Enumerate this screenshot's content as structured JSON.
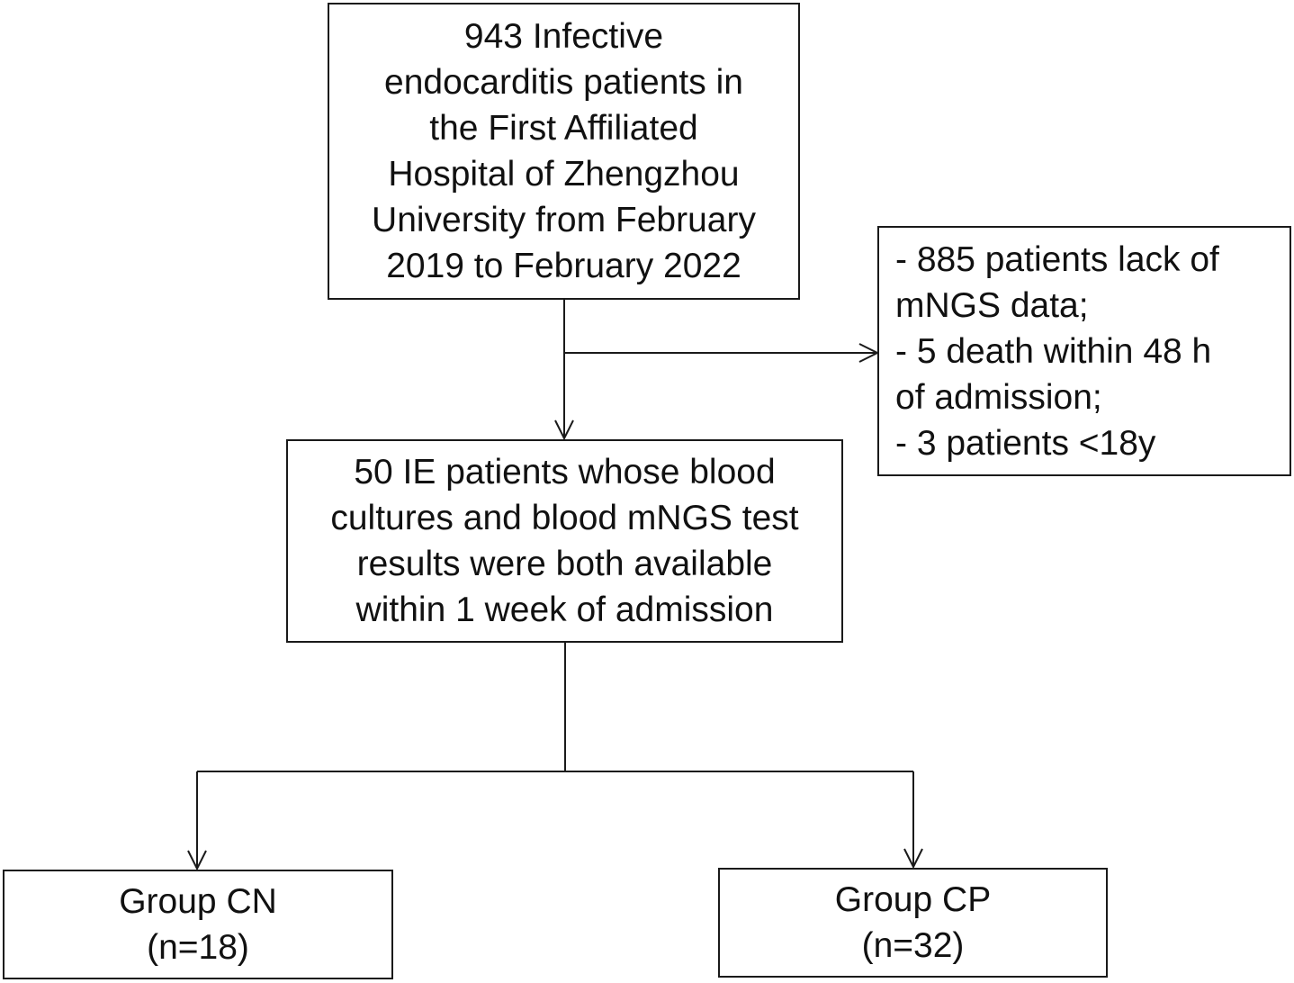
{
  "nodes": {
    "source": {
      "lines": [
        "943 Infective",
        "endocarditis patients in",
        "the First Affiliated",
        "Hospital of Zhengzhou",
        "University from February",
        "2019 to February 2022"
      ]
    },
    "exclusion": {
      "lines": [
        "- 885 patients lack of",
        "mNGS data;",
        "- 5 death within 48 h",
        "of admission;",
        "- 3 patients <18y"
      ]
    },
    "included": {
      "lines": [
        "50 IE patients whose blood",
        "cultures and blood mNGS test",
        "results were both available",
        "within 1 week of admission"
      ]
    },
    "group_cn": {
      "lines": [
        "Group CN",
        "(n=18)"
      ]
    },
    "group_cp": {
      "lines": [
        "Group CP",
        "(n=32)"
      ]
    }
  }
}
